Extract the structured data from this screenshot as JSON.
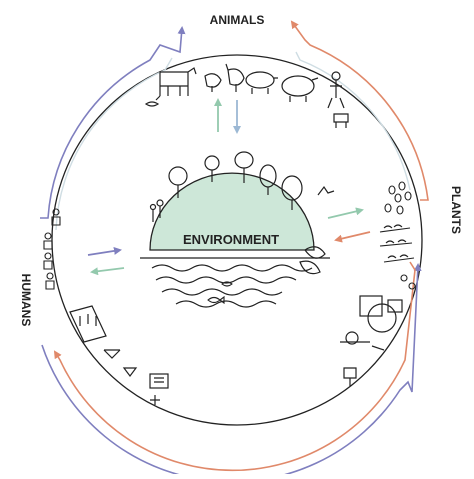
{
  "labels": {
    "animals": "ANIMALS",
    "plants": "PLANTS",
    "humans": "HUMANS",
    "center": "ENVIRONMENT"
  },
  "colors": {
    "outline": "#222222",
    "purple_arrow": "#7f7fbf",
    "orange_arrow": "#e0896a",
    "green_arrow": "#93c9ad",
    "blue_arrow": "#9cb8d4",
    "light_track": "#cfdde3",
    "environment_fill": "#cde7d8"
  },
  "icons": [
    "cow-icon",
    "chicken-icon",
    "rooster-icon",
    "pig-icon",
    "sheep-icon",
    "farmer-icon",
    "goat-icon",
    "bird-icon",
    "tree-icon",
    "wave-icon",
    "fish-icon",
    "seed-icon",
    "plant-row-icon",
    "tractor-icon",
    "factory-icon",
    "house-icon",
    "hospital-icon",
    "person-icon"
  ]
}
